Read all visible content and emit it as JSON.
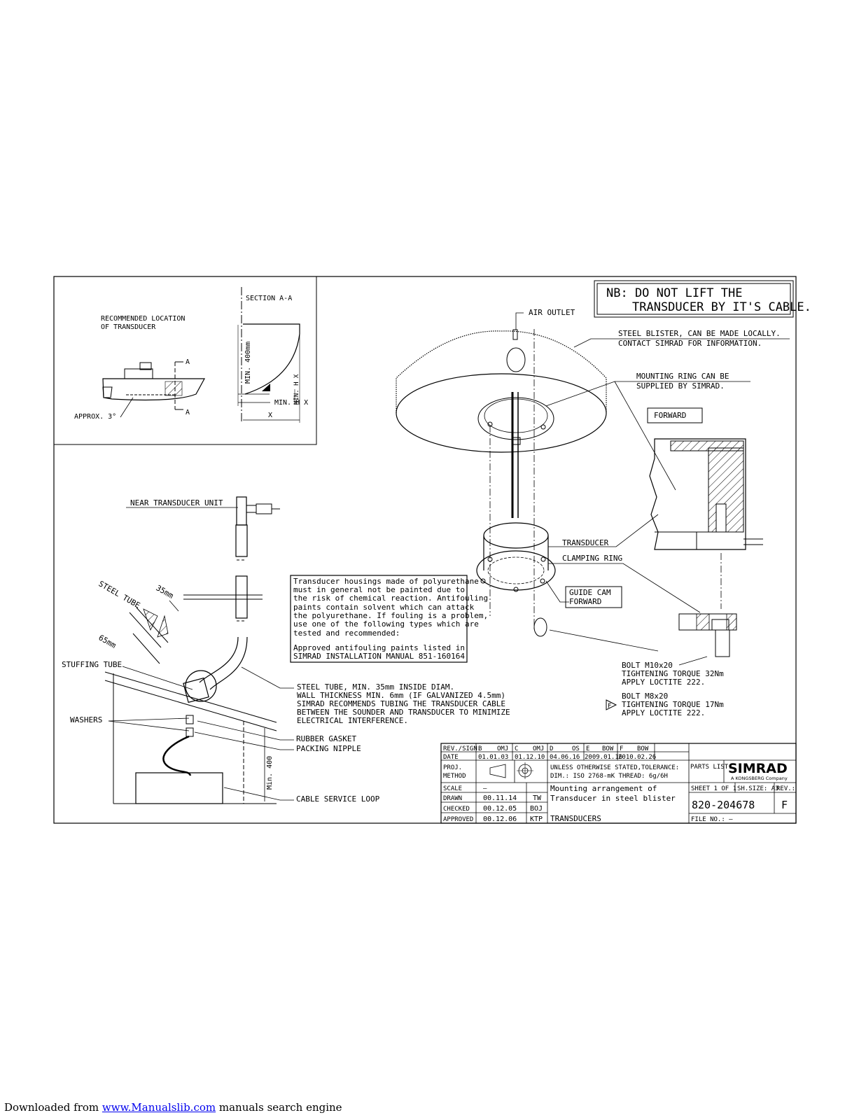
{
  "nb_note": {
    "line1": "NB:  DO NOT LIFT THE",
    "line2": "TRANSDUCER BY IT'S CABLE."
  },
  "inset": {
    "title_line1": "RECOMMENDED LOCATION",
    "title_line2": "OF TRANSDUCER",
    "approx": "APPROX. 3°",
    "section_marker": "A",
    "section": "SECTION  A-A",
    "min_400": "MIN. 400mm",
    "min_hx": "MIN. H X",
    "x": "X"
  },
  "labels": {
    "air_outlet": "AIR OUTLET",
    "steel_blister_1": "STEEL BLISTER, CAN BE MADE LOCALLY.",
    "steel_blister_2": "CONTACT SIMRAD FOR INFORMATION.",
    "mounting_ring_1": "MOUNTING RING CAN BE",
    "mounting_ring_2": "SUPPLIED BY SIMRAD.",
    "forward": "FORWARD",
    "transducer": "TRANSDUCER",
    "clamping_ring": "CLAMPING RING",
    "guide_cam_1": "GUIDE CAM",
    "guide_cam_2": "FORWARD",
    "bolt_m10_1": "BOLT M10x20",
    "bolt_m10_2": "TIGHTENING TORQUE 32Nm",
    "bolt_m10_3": "APPLY LOCTITE 222.",
    "bolt_m8_1": "BOLT M8x20",
    "bolt_m8_2": "TIGHTENING TORQUE 17Nm",
    "bolt_m8_3": "APPLY LOCTITE 222.",
    "bolt_m8_flag": "F",
    "near_transducer_unit": "NEAR TRANSDUCER UNIT",
    "steel_tube": "STEEL TUBE",
    "dim_35": "35mm",
    "dim_65": "65mm",
    "stuffing_tube": "STUFFING TUBE",
    "washers": "WASHERS",
    "steel_tube_note_1": "STEEL TUBE, MIN. 35mm INSIDE DIAM.",
    "steel_tube_note_2": "WALL THICKNESS MIN. 6mm (IF GALVANIZED 4.5mm)",
    "steel_tube_note_3": "SIMRAD RECOMMENDS TUBING THE TRANSDUCER CABLE",
    "steel_tube_note_4": "BETWEEN THE SOUNDER AND TRANSDUCER TO MINIMIZE",
    "steel_tube_note_5": "ELECTRICAL INTERFERENCE.",
    "rubber_gasket": "RUBBER GASKET",
    "packing_nipple": "PACKING NIPPLE",
    "cable_service_loop": "CABLE SERVICE LOOP",
    "min_400": "Min. 400"
  },
  "warning_box": {
    "lines": [
      "Transducer housings made of polyurethane",
      "must in general not be painted due to",
      "the risk of chemical reaction. Antifouling",
      "paints contain solvent which can attack",
      "the polyurethane. If fouling is a problem,",
      "use one of the following types which are",
      "tested and recommended:",
      "Approved antifouling paints listed in",
      "SIMRAD INSTALLATION MANUAL 851-160164"
    ]
  },
  "title_block": {
    "rev_sign": "REV./SIGN.",
    "date_label": "DATE",
    "revisions": [
      {
        "rev": "B",
        "sign": "OMJ",
        "date": "01.01.03"
      },
      {
        "rev": "C",
        "sign": "OMJ",
        "date": "01.12.10"
      },
      {
        "rev": "D",
        "sign": "OS",
        "date": "04.06.16"
      },
      {
        "rev": "E",
        "sign": "BOW",
        "date": "2009.01.16"
      },
      {
        "rev": "F",
        "sign": "BOW",
        "date": "2010.02.26"
      }
    ],
    "proj_method_1": "PROJ.",
    "proj_method_2": "METHOD",
    "tolerance_1": "UNLESS OTHERWISE STATED,TOLERANCE:",
    "tolerance_2": "DIM.: ISO 2768-mK  THREAD: 6g/6H",
    "parts_list": "PARTS LIST:",
    "logo": "SIMRAD",
    "logo_sub": "A KONGSBERG Company",
    "scale_label": "SCALE",
    "scale_value": "—",
    "drawn_label": "DRAWN",
    "drawn_date": "00.11.14",
    "drawn_sign": "TW",
    "checked_label": "CHECKED",
    "checked_date": "00.12.05",
    "checked_sign": "BOJ",
    "approved_label": "APPROVED",
    "approved_date": "00.12.06",
    "approved_sign": "KTP",
    "title_1": "Mounting arrangement of",
    "title_2": "Transducer in steel blister",
    "category": "TRANSDUCERS",
    "sheet": "SHEET 1 OF 1",
    "sheet_size": "SH.SIZE: A3",
    "rev_label": "REV.:",
    "drawing_no": "820-204678",
    "revision": "F",
    "file_no": "FILE NO.: –"
  },
  "footer": {
    "prefix": "Downloaded from ",
    "link": "www.Manualslib.com",
    "suffix": " manuals search engine"
  }
}
